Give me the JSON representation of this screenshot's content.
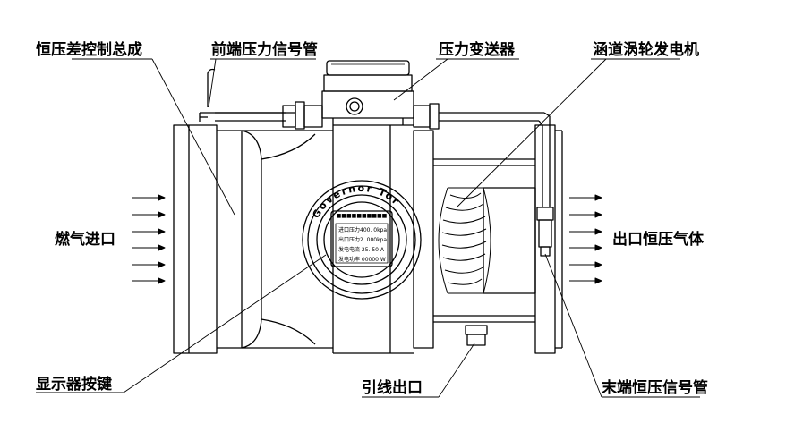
{
  "labels": {
    "constant_pressure_assembly": "恒压差控制总成",
    "front_signal_pipe": "前端压力信号管",
    "pressure_transmitter": "压力变送器",
    "culvert_turbine_generator": "涵道涡轮发电机",
    "gas_inlet": "燃气进口",
    "outlet_constant_pressure_gas": "出口恒压气体",
    "display_buttons": "显示器按键",
    "lead_wire_outlet": "引线出口",
    "end_constant_pressure_signal_pipe": "末端恒压信号管"
  },
  "display": {
    "ring_text": "Governor Tor",
    "lines": [
      "进口压力400. 0kpa",
      "出口压力2. 000kpa",
      "发电电流 25. 50 A",
      "发电功率 00000 W"
    ]
  },
  "colors": {
    "ink": "#000000",
    "background": "#ffffff"
  }
}
